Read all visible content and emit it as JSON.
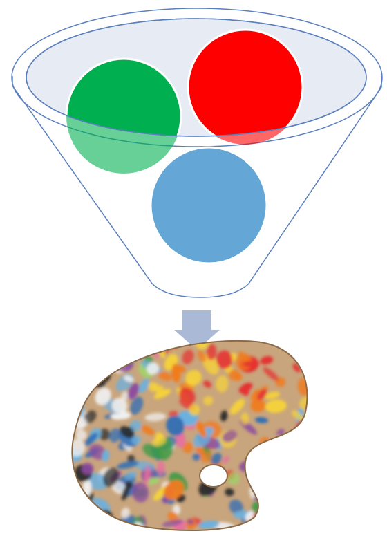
{
  "funnel": {
    "outline_color": "#5a7fbf",
    "top_fill": "#e7ebf4"
  },
  "balls": [
    {
      "name": "green-ball",
      "color": "#00b050"
    },
    {
      "name": "red-ball",
      "color": "#ff0000"
    },
    {
      "name": "blue-ball",
      "color": "#64a7d6"
    }
  ],
  "arrow": {
    "color": "#aab9d5"
  },
  "palette": {
    "wood_color": "#c9a57d",
    "paint_colors": [
      "#e53030",
      "#f07b1f",
      "#f5d23a",
      "#3c9b45",
      "#2f6db5",
      "#6ab0e0",
      "#8a4aa0",
      "#f0f0f0",
      "#2a2a2a",
      "#e86fa0",
      "#9fd36a"
    ]
  }
}
